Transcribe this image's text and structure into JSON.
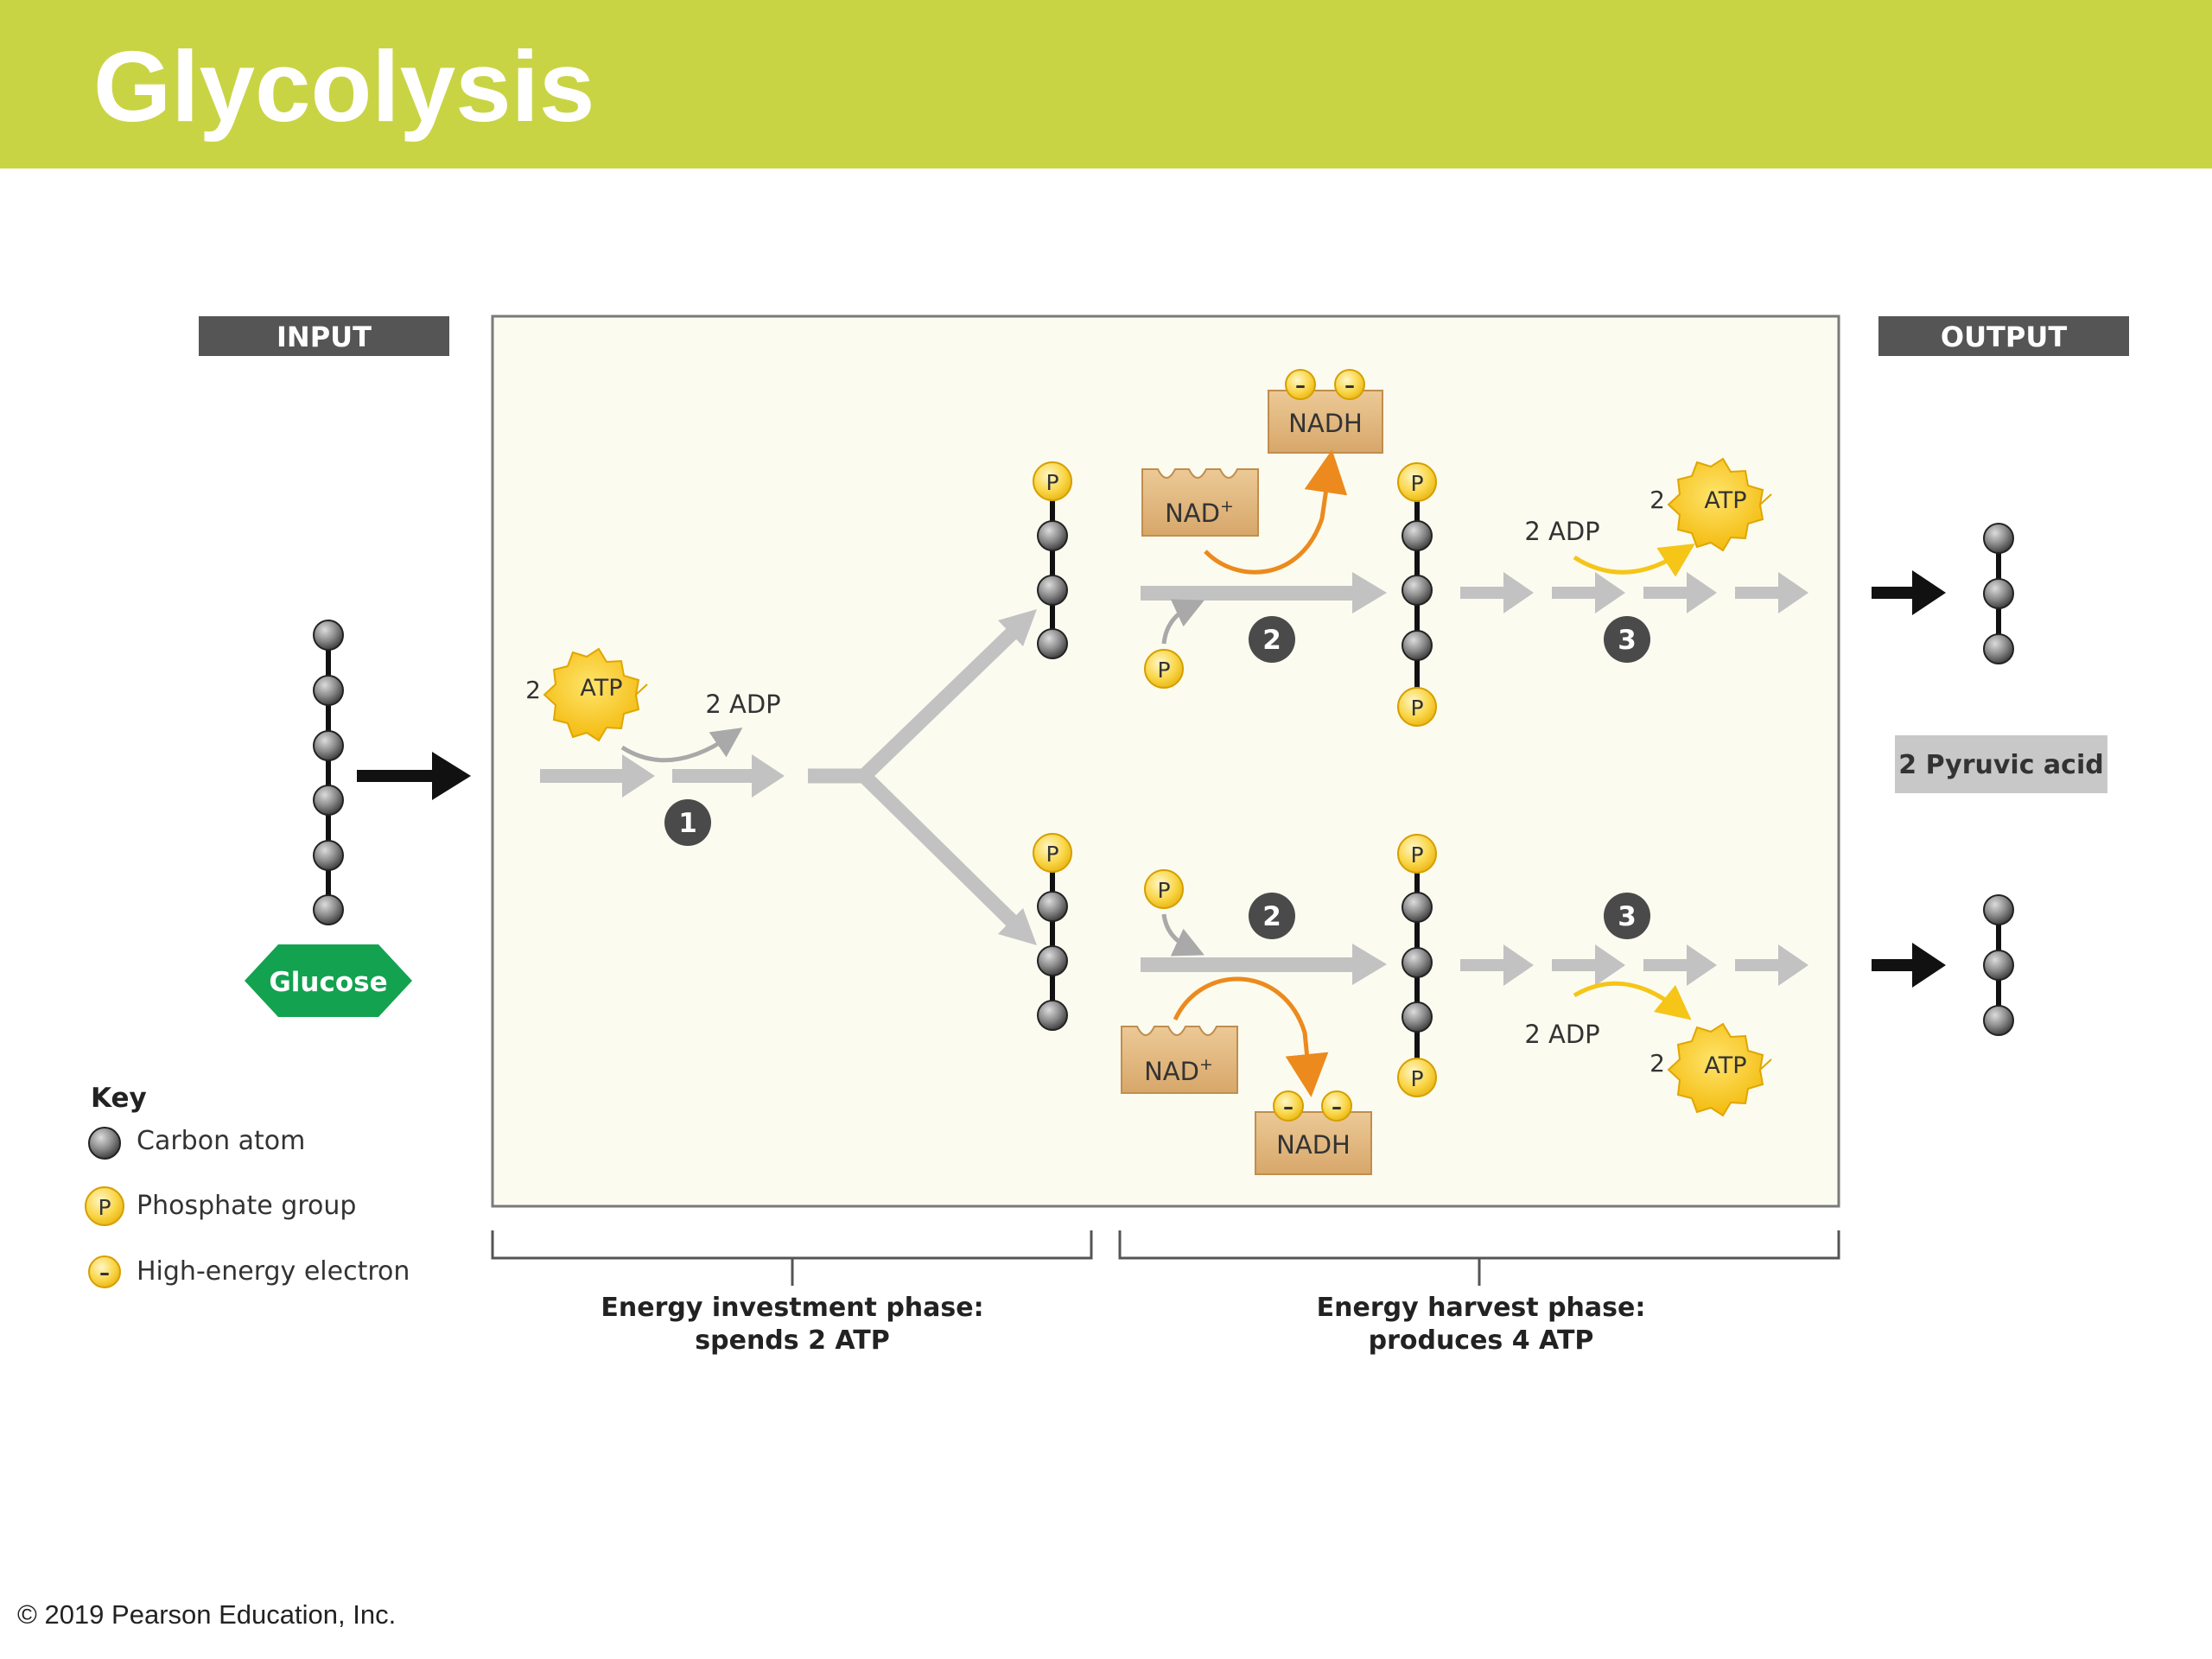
{
  "slide": {
    "title": "Glycolysis",
    "copyright": "© 2019 Pearson Education, Inc."
  },
  "diagram": {
    "input_label": "INPUT",
    "output_label": "OUTPUT",
    "glucose_label": "Glucose",
    "output_molecule_label": "2 Pyruvic acid",
    "atp": "ATP",
    "adp": "2 ADP",
    "two": "2",
    "nad_plus": "NAD",
    "nad_plus_sup": "+",
    "nadh": "NADH",
    "phosphate": "P",
    "electron": "–",
    "step_1": "1",
    "step_2": "2",
    "step_3": "3",
    "phase_investment_line1": "Energy investment phase:",
    "phase_investment_line2": "spends 2 ATP",
    "phase_harvest_line1": "Energy harvest phase:",
    "phase_harvest_line2": "produces 4 ATP"
  },
  "key": {
    "title": "Key",
    "items": [
      "Carbon atom",
      "Phosphate group",
      "High-energy electron"
    ]
  },
  "colors": {
    "title_bar": "#c9d444",
    "panel_bg": "#fbfbf0",
    "atp_yellow": "#f7c613",
    "phosphate_yellow": "#f9d649",
    "nad_box": "#e2ba85",
    "glucose_green": "#13a24f",
    "gray_arrow": "#c2c2c2",
    "orange_arrow": "#ec8a1d"
  }
}
